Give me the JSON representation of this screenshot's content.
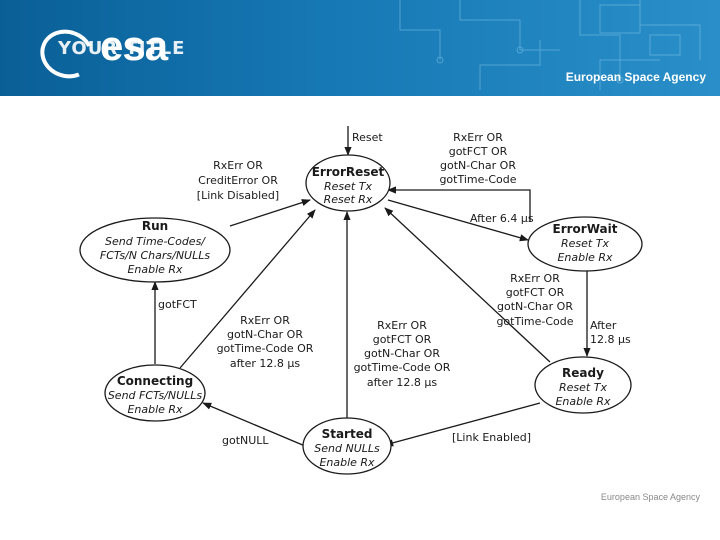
{
  "header": {
    "title_overlay": "YOUR TITLE",
    "logo_text": "esa",
    "agency": "European Space Agency"
  },
  "footer": {
    "agency": "European Space Agency"
  },
  "diagram": {
    "states": {
      "error_reset": {
        "name": "ErrorReset",
        "actions": [
          "Reset Tx",
          "Reset Rx"
        ]
      },
      "error_wait": {
        "name": "ErrorWait",
        "actions": [
          "Reset Tx",
          "Enable Rx"
        ]
      },
      "ready": {
        "name": "Ready",
        "actions": [
          "Reset Tx",
          "Enable Rx"
        ]
      },
      "started": {
        "name": "Started",
        "actions": [
          "Send NULLs",
          "Enable Rx"
        ]
      },
      "connecting": {
        "name": "Connecting",
        "actions": [
          "Send FCTs/NULLs",
          "Enable Rx"
        ]
      },
      "run": {
        "name": "Run",
        "actions": [
          "Send Time-Codes/",
          "FCTs/N Chars/NULLs",
          "Enable Rx"
        ]
      }
    },
    "transitions": {
      "reset": [
        "Reset"
      ],
      "errorwait_to_reset": [
        "RxErr OR",
        "gotFCT OR",
        "gotN-Char OR",
        "gotTime-Code"
      ],
      "reset_to_errorwait": [
        "After 6.4 µs"
      ],
      "run_to_reset": [
        "RxErr OR",
        "CreditError OR",
        "[Link Disabled]"
      ],
      "ready_to_reset": [
        "RxErr OR",
        "gotFCT OR",
        "gotN-Char OR",
        "gotTime-Code"
      ],
      "errorwait_to_ready": [
        "After",
        "12.8 µs"
      ],
      "connecting_to_reset": [
        "RxErr OR",
        "gotN-Char OR",
        "gotTime-Code OR",
        "after 12.8 µs"
      ],
      "started_to_reset": [
        "RxErr OR",
        "gotFCT OR",
        "gotN-Char OR",
        "gotTime-Code OR",
        "after 12.8 µs"
      ],
      "connecting_to_run": [
        "gotFCT"
      ],
      "started_to_connecting": [
        "gotNULL"
      ],
      "ready_to_started": [
        "[Link Enabled]"
      ]
    }
  }
}
